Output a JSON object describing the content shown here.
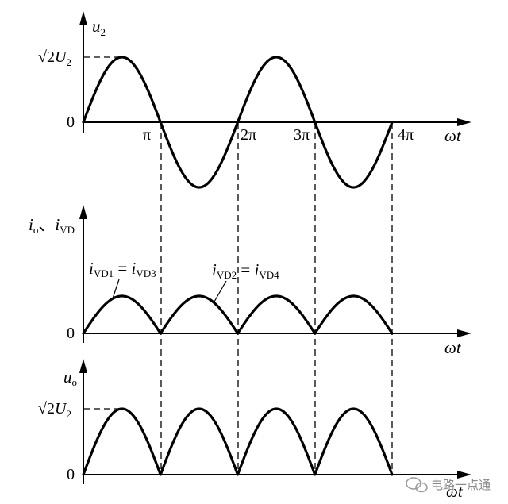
{
  "panels": [
    {
      "y_label": "u",
      "y_label_sub": "2",
      "x_label": "ωt",
      "amplitude_label_prefix": "√2",
      "amplitude_label_main": "U",
      "amplitude_label_sub": "2",
      "zero_label": "0",
      "x_tick_labels": [
        "π",
        "2π",
        "3π",
        "4π"
      ]
    },
    {
      "y_label": "i",
      "y_label_sub1": "o",
      "y_label_sep": "、",
      "y_label2": "i",
      "y_label_sub2": "VD",
      "x_label": "ωt",
      "zero_label": "0",
      "annotation_1": {
        "lhs": "i",
        "lhs_sub": "VD1",
        "eq": " = ",
        "rhs": "i",
        "rhs_sub": "VD3"
      },
      "annotation_2": {
        "lhs": "i",
        "lhs_sub": "VD2",
        "eq": " = ",
        "rhs": "i",
        "rhs_sub": "VD4"
      }
    },
    {
      "y_label": "u",
      "y_label_sub": "o",
      "x_label": "ωt",
      "amplitude_label_prefix": "√2",
      "amplitude_label_main": "U",
      "amplitude_label_sub": "2",
      "zero_label": "0"
    }
  ],
  "watermark": "电路一点通"
}
